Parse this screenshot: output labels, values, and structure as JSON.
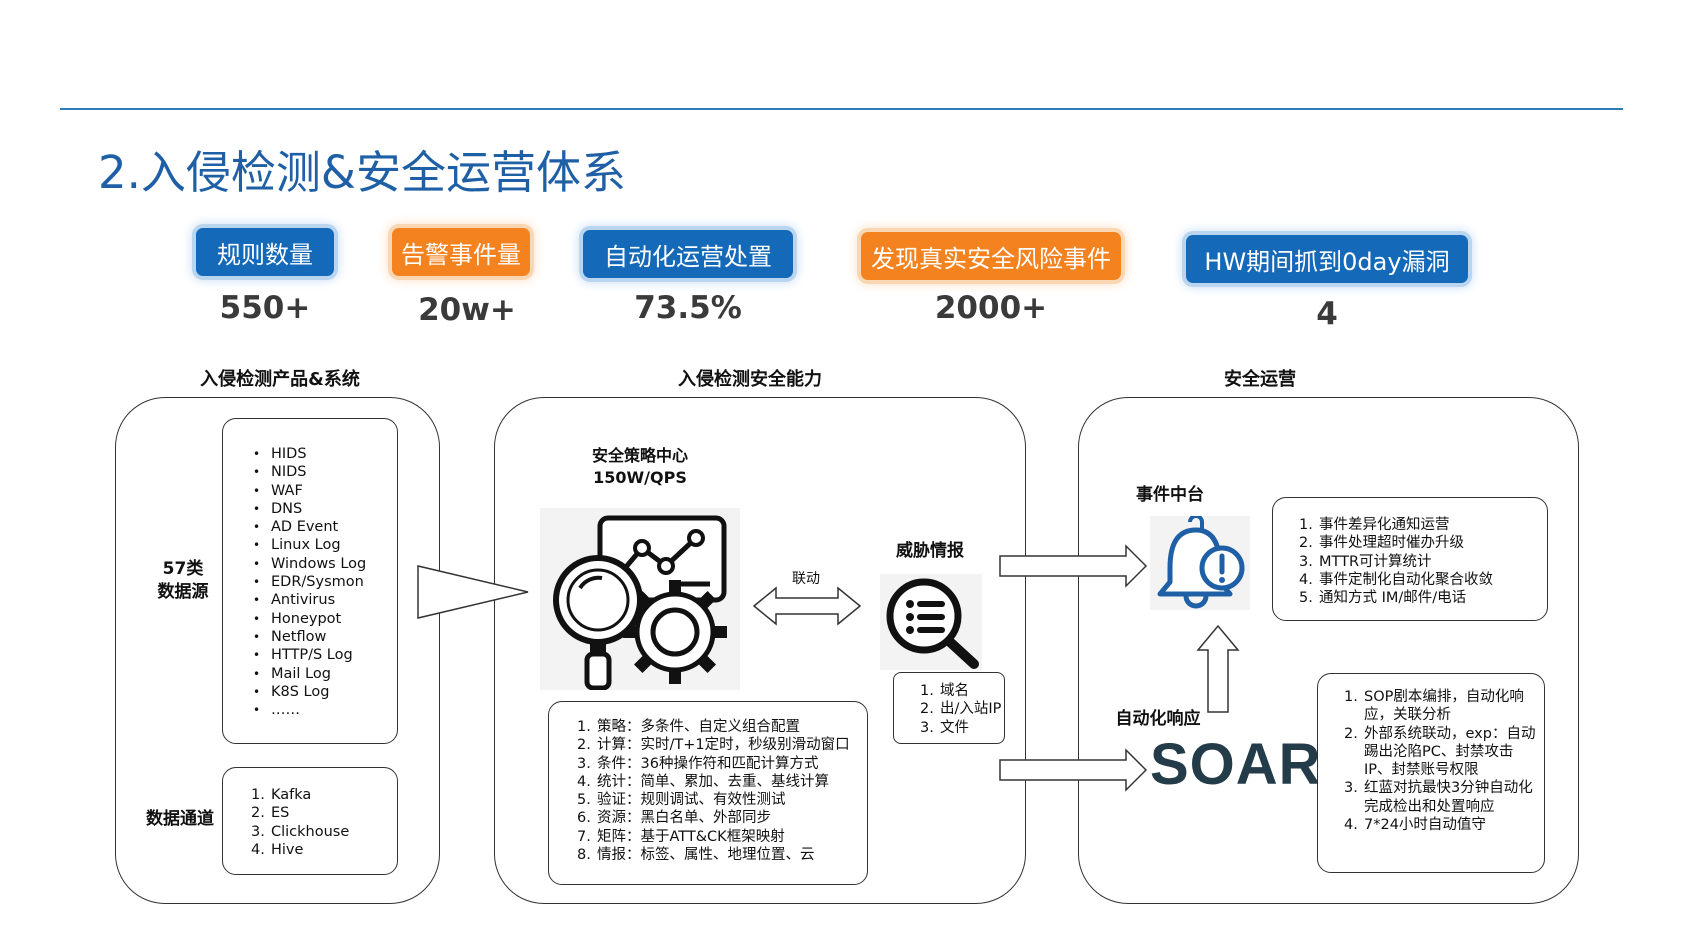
{
  "title": "2.入侵检测&安全运营体系",
  "kpis": [
    {
      "label": "规则数量",
      "value": "550+",
      "color": "#1469b8"
    },
    {
      "label": "告警事件量",
      "value": "20w+",
      "color": "#f4821f"
    },
    {
      "label": "自动化运营处置",
      "value": "73.5%",
      "color": "#1469b8"
    },
    {
      "label": "发现真实安全风险事件",
      "value": "2000+",
      "color": "#f4821f"
    },
    {
      "label": "HW期间抓到0day漏洞",
      "value": "4",
      "color": "#1469b8"
    }
  ],
  "sections": {
    "products": {
      "title": "入侵检测产品&系统",
      "sources_label": "57类\n数据源",
      "sources": [
        "HIDS",
        "NIDS",
        "WAF",
        "DNS",
        "AD Event",
        "Linux Log",
        "Windows Log",
        "EDR/Sysmon",
        "Antivirus",
        "Honeypot",
        "Netflow",
        "HTTP/S Log",
        "Mail Log",
        "K8S Log",
        "……"
      ],
      "channel_label": "数据通道",
      "channels": [
        "Kafka",
        "ES",
        "Clickhouse",
        "Hive"
      ]
    },
    "capability": {
      "title": "入侵检测安全能力",
      "strategy_center": "安全策略中心\n150W/QPS",
      "link_label": "联动",
      "threat_intel": "威胁情报",
      "intel_items": [
        "域名",
        "出/入站IP",
        "文件"
      ],
      "features": [
        "策略：多条件、自定义组合配置",
        "计算：实时/T+1定时，秒级别滑动窗口",
        "条件：36种操作符和匹配计算方式",
        "统计：简单、累加、去重、基线计算",
        "验证：规则调试、有效性测试",
        "资源：黑白名单、外部同步",
        "矩阵：基于ATT&CK框架映射",
        "情报：标签、属性、地理位置、云"
      ]
    },
    "operations": {
      "title": "安全运营",
      "event_center": "事件中台",
      "event_items": [
        "事件差异化通知运营",
        "事件处理超时催办升级",
        "MTTR可计算统计",
        "事件定制化自动化聚合收敛",
        "通知方式 IM/邮件/电话"
      ],
      "auto_response": "自动化响应",
      "soar": "SOAR",
      "soar_items": [
        "SOP剧本编排，自动化响\n应，关联分析",
        "外部系统联动，exp：自动\n踢出沦陷PC、封禁攻击\nIP、封禁账号权限",
        "红蓝对抗最快3分钟自动化\n完成检出和处置响应",
        "7*24小时自动值守"
      ]
    }
  },
  "icons": {
    "strategy": "analytics-gear-icon",
    "intel": "search-list-icon",
    "event": "alert-bell-icon"
  },
  "colors": {
    "title": "#1f5fa6",
    "line": "#2b7cb8",
    "bell": "#1f5fa6"
  }
}
